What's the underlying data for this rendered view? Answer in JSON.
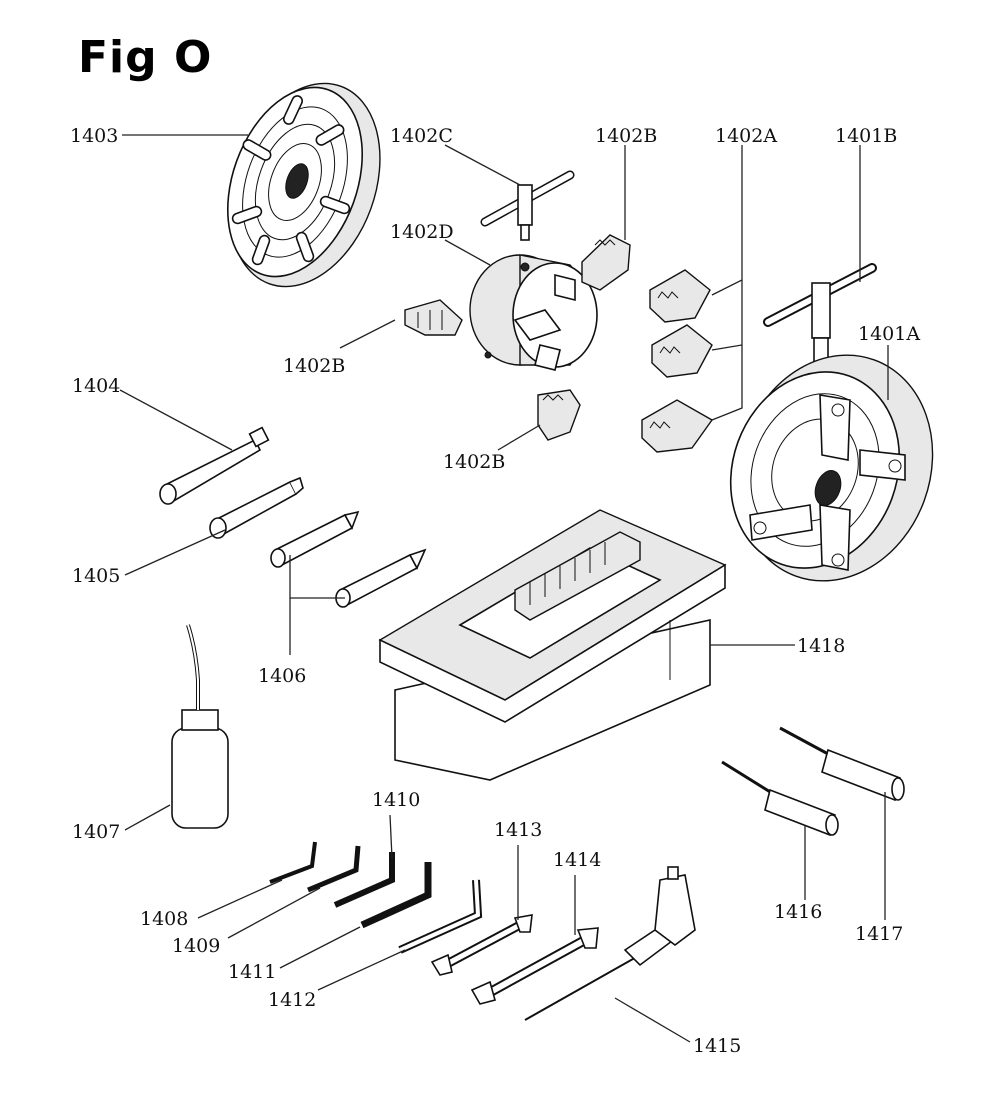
{
  "title": "Fig O",
  "labels": {
    "l1403": "1403",
    "l1402C": "1402C",
    "l1402B_top": "1402B",
    "l1402A": "1402A",
    "l1401B": "1401B",
    "l1402D": "1402D",
    "l1401A": "1401A",
    "l1402B_left": "1402B",
    "l1404": "1404",
    "l1402B_bottom": "1402B",
    "l1405": "1405",
    "l1406": "1406",
    "l1418": "1418",
    "l1407": "1407",
    "l1410": "1410",
    "l1413": "1413",
    "l1414": "1414",
    "l1408": "1408",
    "l1409": "1409",
    "l1411": "1411",
    "l1412": "1412",
    "l1416": "1416",
    "l1417": "1417",
    "l1415": "1415"
  }
}
